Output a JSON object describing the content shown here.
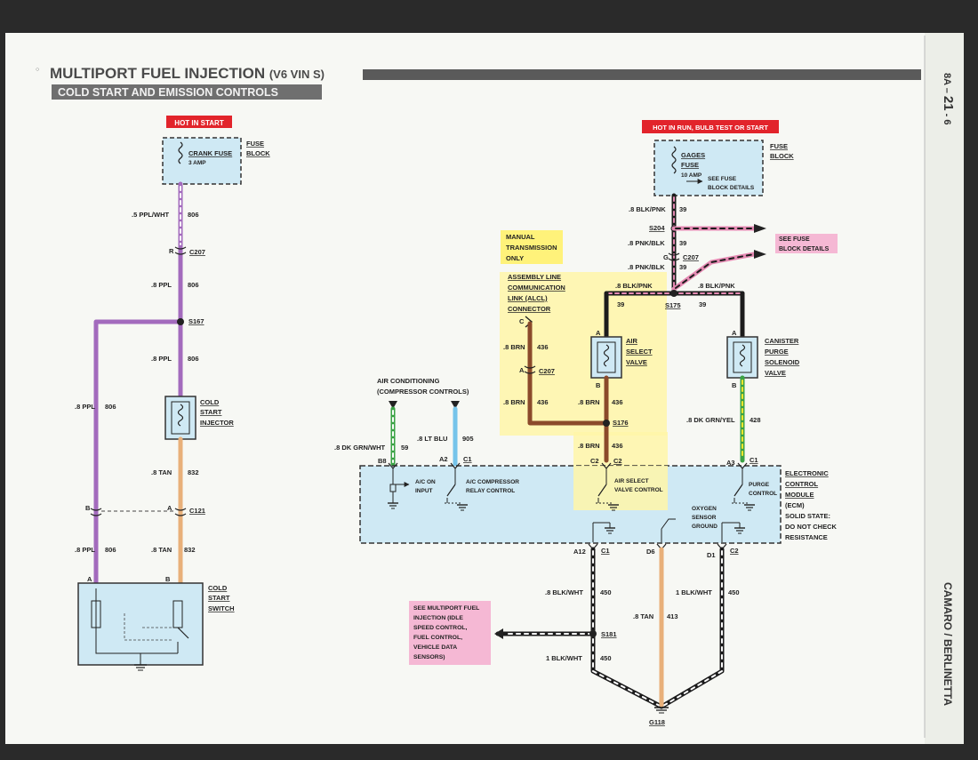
{
  "header": {
    "title": "MULTIPORT FUEL INJECTION",
    "title_suffix": "(V6 VIN S)",
    "subtitle": "COLD START AND EMISSION CONTROLS",
    "page_number_prefix": "8A –",
    "page_number_main": "21",
    "page_number_suffix": "- 6",
    "side_label": "CAMARO / BERLINETTA"
  },
  "colors": {
    "ppl": "#a36bbd",
    "tan": "#e8b07a",
    "brn": "#8b4a2b",
    "pnk": "#e58ab3",
    "blk": "#1c1c1c",
    "grn": "#3aa244",
    "yel": "#ffe62e",
    "ltblu": "#76c4ea",
    "box_blue": "#cfe9f4",
    "hot_red": "#e2242b",
    "note_yellow": "#fff27a",
    "note_pink": "#f5b8d4"
  },
  "left_circuit": {
    "hot": "HOT IN START",
    "fuse_name": "CRANK FUSE",
    "fuse_amp": "3 AMP",
    "fuse_block": [
      "FUSE",
      "BLOCK"
    ],
    "w1_gauge": ".5 PPL/WHT",
    "w1_circuit": "806",
    "c207_pin": "R",
    "c207": "C207",
    "w2_gauge": ".8 PPL",
    "w2_circuit": "806",
    "s167": "S167",
    "w3_gauge": ".8 PPL",
    "w3_circuit": "806",
    "injector": [
      "COLD",
      "START",
      "INJECTOR"
    ],
    "w4_gauge": ".8 TAN",
    "w4_circuit": "832",
    "c121_pin_b": "B",
    "c121_pin_a": "A",
    "c121": "C121",
    "w5_gauge": ".8 TAN",
    "w5_circuit": "832",
    "left_gauge_top": ".8 PPL",
    "left_circuit_top": "806",
    "left_gauge_bot": ".8 PPL",
    "left_circuit_bot": "806",
    "switch_pin_a": "A",
    "switch_pin_b": "B",
    "switch": [
      "COLD",
      "START",
      "SWITCH"
    ]
  },
  "right_circuit": {
    "hot": "HOT IN RUN, BULB TEST OR START",
    "fuse_name": "GAGES",
    "fuse_name2": "FUSE",
    "fuse_amp": "10 AMP",
    "fuse_note": [
      "SEE FUSE",
      "BLOCK DETAILS"
    ],
    "fuse_block": [
      "FUSE",
      "BLOCK"
    ],
    "w1_gauge": ".8 BLK/PNK",
    "w1_circuit": "39",
    "s204": "S204",
    "w2_gauge": ".8 PNK/BLK",
    "w2_circuit": "39",
    "c207_pin": "G",
    "c207": "C207",
    "w3_gauge": ".8 PNK/BLK",
    "w3_circuit": "39",
    "see_fuse": [
      "SEE FUSE",
      "BLOCK DETAILS"
    ],
    "s175": "S175",
    "left_branch_gauge": ".8 BLK/PNK",
    "left_branch_circuit": "39",
    "right_branch_gauge": ".8 BLK/PNK",
    "right_branch_circuit": "39",
    "manual_note": [
      "MANUAL",
      "TRANSMISSION",
      "ONLY"
    ],
    "alcl": [
      "ASSEMBLY LINE",
      "COMMUNICATION",
      "LINK (ALCL)",
      "CONNECTOR"
    ],
    "alcl_pin": "C",
    "brn1_gauge": ".8 BRN",
    "brn1_circuit": "436",
    "c207b_pin": "A",
    "c207b": "C207",
    "brn2_gauge": ".8 BRN",
    "brn2_circuit": "436",
    "air_valve": [
      "AIR",
      "SELECT",
      "VALVE"
    ],
    "air_pin_a": "A",
    "air_pin_b": "B",
    "brn3_gauge": ".8 BRN",
    "brn3_circuit": "436",
    "s176": "S176",
    "brn4_gauge": ".8 BRN",
    "brn4_circuit": "436",
    "c2_pin": "C2",
    "c2": "C2",
    "canister": [
      "CANISTER",
      "PURGE",
      "SOLENOID",
      "VALVE"
    ],
    "can_pin_a": "A",
    "can_pin_b": "B",
    "grnyel_gauge": ".8 DK GRN/YEL",
    "grnyel_circuit": "428",
    "a3_pin": "A3",
    "a3_c": "C1",
    "ac_title": [
      "AIR CONDITIONING",
      "(COMPRESSOR CONTROLS)"
    ],
    "dkgrn_gauge": ".8 DK GRN/WHT",
    "dkgrn_circuit": "59",
    "ltblu_gauge": ".8 LT BLU",
    "ltblu_circuit": "905",
    "b8_pin": "B8",
    "a2_pin": "A2",
    "a2_c": "C1",
    "ac_on": [
      "A/C ON",
      "INPUT"
    ],
    "ac_relay": [
      "A/C COMPRESSOR",
      "RELAY CONTROL"
    ],
    "air_ctrl": [
      "AIR SELECT",
      "VALVE CONTROL"
    ],
    "purge_ctrl": [
      "PURGE",
      "CONTROL"
    ],
    "o2": [
      "OXYGEN",
      "SENSOR",
      "GROUND"
    ],
    "ecm": [
      "ELECTRONIC",
      "CONTROL",
      "MODULE",
      "(ECM)",
      "SOLID STATE:",
      "DO NOT CHECK",
      "RESISTANCE"
    ],
    "a12_pin": "A12",
    "a12_c": "C1",
    "d6_pin": "D6",
    "d1_pin": "D1",
    "d1_c": "C2",
    "blk1_gauge": ".8 BLK/WHT",
    "blk1_circuit": "450",
    "tan_gauge": ".8 TAN",
    "tan_circuit": "413",
    "blk2_gauge": "1 BLK/WHT",
    "blk2_circuit": "450",
    "blk3_gauge": "1 BLK/WHT",
    "blk3_circuit": "450",
    "s181": "S181",
    "mpfi_note": [
      "SEE MULTIPORT FUEL",
      "INJECTION (IDLE",
      "SPEED CONTROL,",
      "FUEL CONTROL,",
      "VEHICLE DATA",
      "SENSORS)"
    ],
    "ground": "G118"
  }
}
